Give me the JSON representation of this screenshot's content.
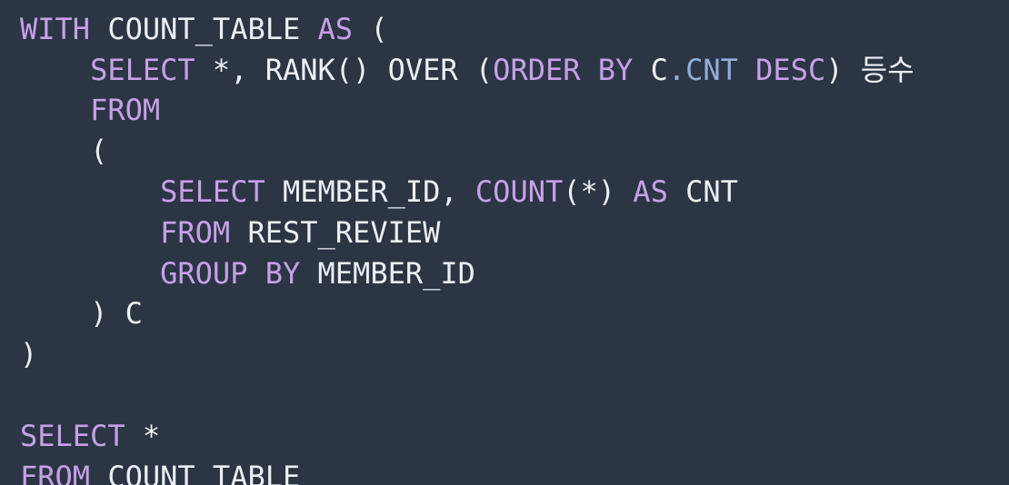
{
  "code": {
    "lines": [
      {
        "tokens": [
          {
            "t": "WITH",
            "k": "kw"
          },
          {
            "t": " COUNT_TABLE ",
            "k": "pl"
          },
          {
            "t": "AS",
            "k": "kw"
          },
          {
            "t": " (",
            "k": "pl"
          }
        ]
      },
      {
        "tokens": [
          {
            "t": "    ",
            "k": "pl"
          },
          {
            "t": "SELECT",
            "k": "kw"
          },
          {
            "t": " *, RANK() OVER (",
            "k": "pl"
          },
          {
            "t": "ORDER BY",
            "k": "kw"
          },
          {
            "t": " C",
            "k": "pl"
          },
          {
            "t": ".",
            "k": "dot"
          },
          {
            "t": "CNT",
            "k": "fld"
          },
          {
            "t": " ",
            "k": "pl"
          },
          {
            "t": "DESC",
            "k": "kw"
          },
          {
            "t": ") 등수",
            "k": "pl"
          }
        ]
      },
      {
        "tokens": [
          {
            "t": "    ",
            "k": "pl"
          },
          {
            "t": "FROM",
            "k": "kw"
          }
        ]
      },
      {
        "tokens": [
          {
            "t": "    (",
            "k": "pl"
          }
        ]
      },
      {
        "tokens": [
          {
            "t": "        ",
            "k": "pl"
          },
          {
            "t": "SELECT",
            "k": "kw"
          },
          {
            "t": " MEMBER_ID, ",
            "k": "pl"
          },
          {
            "t": "COUNT",
            "k": "kw"
          },
          {
            "t": "(*) ",
            "k": "pl"
          },
          {
            "t": "AS",
            "k": "kw"
          },
          {
            "t": " CNT",
            "k": "pl"
          }
        ]
      },
      {
        "tokens": [
          {
            "t": "        ",
            "k": "pl"
          },
          {
            "t": "FROM",
            "k": "kw"
          },
          {
            "t": " REST_REVIEW",
            "k": "pl"
          }
        ]
      },
      {
        "tokens": [
          {
            "t": "        ",
            "k": "pl"
          },
          {
            "t": "GROUP BY",
            "k": "kw"
          },
          {
            "t": " MEMBER_ID",
            "k": "pl"
          }
        ]
      },
      {
        "tokens": [
          {
            "t": "    ) C",
            "k": "pl"
          }
        ]
      },
      {
        "tokens": [
          {
            "t": ")",
            "k": "pl"
          }
        ]
      },
      {
        "tokens": []
      },
      {
        "tokens": [
          {
            "t": "SELECT",
            "k": "kw"
          },
          {
            "t": " *",
            "k": "pl"
          }
        ]
      },
      {
        "tokens": [
          {
            "t": "FROM",
            "k": "kw"
          },
          {
            "t": " COUNT_TABLE",
            "k": "pl"
          }
        ]
      }
    ]
  },
  "colors": {
    "background": "#2b3544",
    "keyword": "#c7a1e8",
    "plain": "#eceff4",
    "field": "#8fb0d8"
  }
}
